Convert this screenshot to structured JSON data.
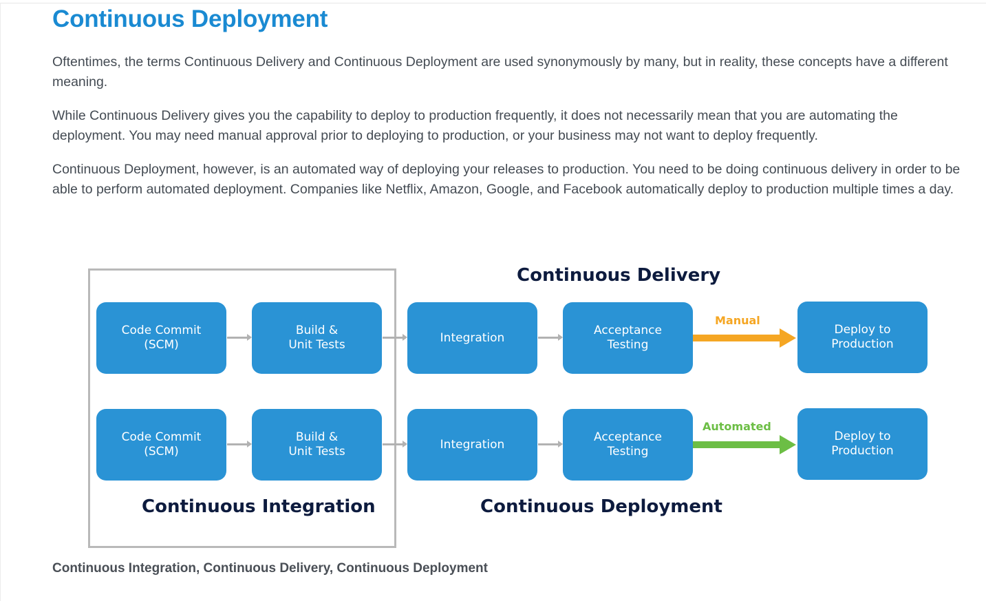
{
  "article": {
    "title": "Continuous Deployment",
    "paragraphs": [
      "Oftentimes, the terms Continuous Delivery and Continuous Deployment are used synonymously by many, but in reality, these concepts have a different meaning.",
      "While Continuous Delivery gives you the capability to deploy to production frequently, it does not necessarily mean that you are automating the deployment. You may need manual approval prior to deploying to production, or your business may not want to deploy frequently.",
      "Continuous Deployment, however, is an automated way of deploying your releases to production. You need to be doing continuous delivery in order to be able to perform automated deployment. Companies like Netflix, Amazon, Google, and Facebook automatically deploy to production multiple times a day."
    ],
    "caption": "Continuous Integration, Continuous Delivery, Continuous Deployment"
  },
  "diagram": {
    "labels": {
      "continuous_delivery": "Continuous Delivery",
      "continuous_integration": "Continuous Integration",
      "continuous_deployment": "Continuous Deployment"
    },
    "rows": [
      {
        "steps": [
          "Code Commit\n(SCM)",
          "Build &\nUnit Tests",
          "Integration",
          "Acceptance\nTesting",
          "Deploy to\nProduction"
        ],
        "final_arrow_label": "Manual",
        "final_arrow_color": "#f5a623"
      },
      {
        "steps": [
          "Code Commit\n(SCM)",
          "Build &\nUnit Tests",
          "Integration",
          "Acceptance\nTesting",
          "Deploy to\nProduction"
        ],
        "final_arrow_label": "Automated",
        "final_arrow_color": "#6cbe45"
      }
    ],
    "colors": {
      "box": "#2a93d5",
      "title": "#1a8ad2",
      "label": "#0d1b3e",
      "connector": "#b2b2b2",
      "frame": "#b9b9b9"
    }
  }
}
